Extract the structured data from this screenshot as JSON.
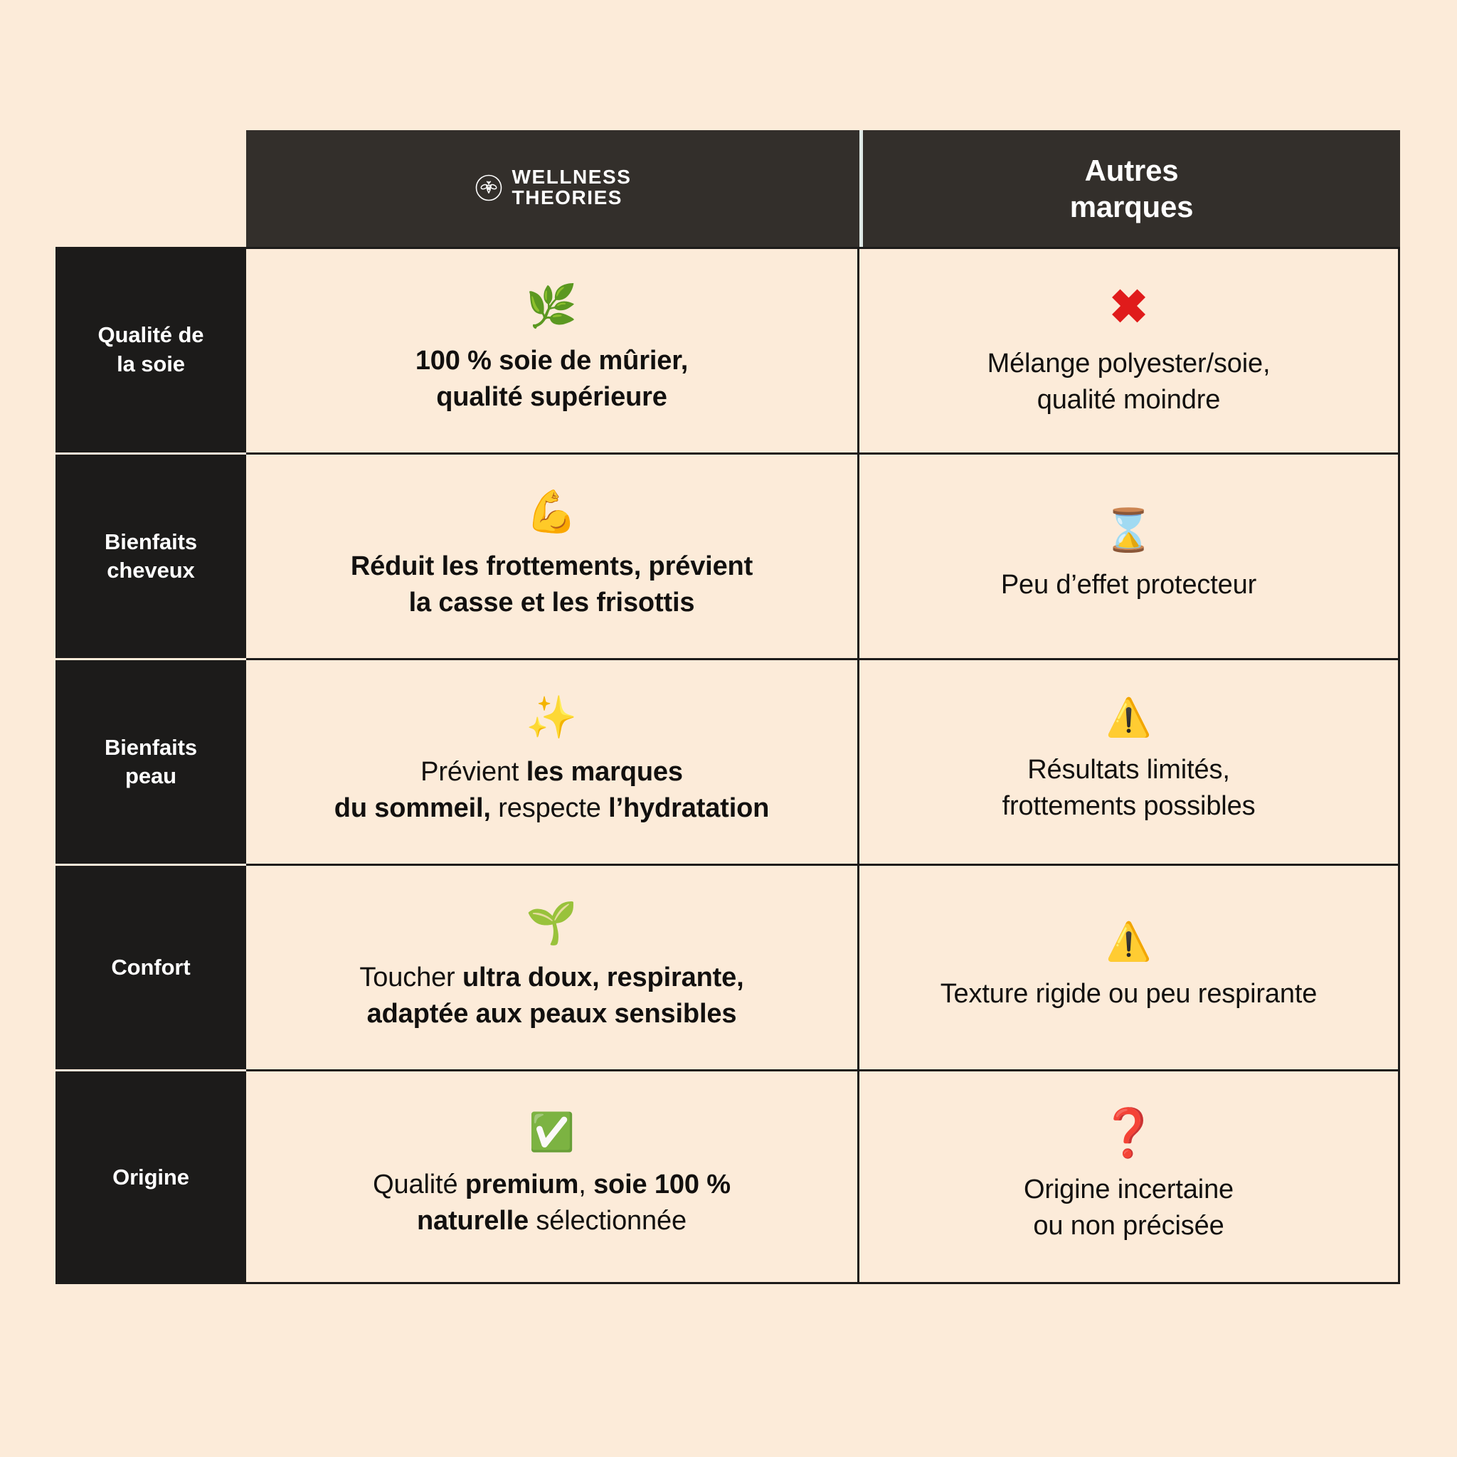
{
  "background_color": "#fcebd9",
  "header": {
    "brand": {
      "logo_icon": "bee-circle-icon",
      "line1": "WELLNESS",
      "line2": "THEORIES"
    },
    "other": {
      "line1": "Autres",
      "line2": "marques"
    }
  },
  "columns": [
    "",
    "WELLNESS THEORIES",
    "Autres marques"
  ],
  "rows": [
    {
      "label": "Qualité de\nla soie",
      "label_line1": "Qualité de",
      "label_line2": "la soie",
      "ours": {
        "icon": "herb-emoji",
        "icon_glyph": "🌿",
        "text_html": "100 % soie de mûrier,<br>qualité supérieure",
        "text_plain": "100 % soie de mûrier, qualité supérieure",
        "bold": true
      },
      "theirs": {
        "icon": "red-cross-mark-icon",
        "icon_glyph": "✖",
        "icon_color": "#e01b1b",
        "text_html": "Mélange polyester/soie,<br>qualité moindre",
        "text_plain": "Mélange polyester/soie, qualité moindre",
        "bold": false
      }
    },
    {
      "label_line1": "Bienfaits",
      "label_line2": "cheveux",
      "ours": {
        "icon": "flexed-biceps-emoji",
        "icon_glyph": "💪",
        "text_html": "Réduit les frottements, prévient<br>la casse et les frisottis",
        "text_plain": "Réduit les frottements, prévient la casse et les frisottis",
        "bold": true
      },
      "theirs": {
        "icon": "hourglass-emoji",
        "icon_glyph": "⌛",
        "text_html": "Peu d’effet protecteur",
        "text_plain": "Peu d’effet protecteur",
        "bold": false
      }
    },
    {
      "label_line1": "Bienfaits",
      "label_line2": "peau",
      "ours": {
        "icon": "sparkles-emoji",
        "icon_glyph": "✨",
        "text_html": "Prévient <span class=\"b\">les marques</span><br><span class=\"b\">du sommeil,</span> respecte <span class=\"b\">l’hydratation</span>",
        "text_plain": "Prévient les marques du sommeil, respecte l’hydratation",
        "bold": false
      },
      "theirs": {
        "icon": "warning-triangle-emoji",
        "icon_glyph": "⚠️",
        "text_html": "Résultats limités,<br>frottements possibles",
        "text_plain": "Résultats limités, frottements possibles",
        "bold": false
      }
    },
    {
      "label_line1": "Confort",
      "label_line2": "",
      "ours": {
        "icon": "seedling-emoji",
        "icon_glyph": "🌱",
        "text_html": "Toucher <span class=\"b\">ultra doux, respirante,</span><br><span class=\"b\">adaptée aux peaux sensibles</span>",
        "text_plain": "Toucher ultra doux, respirante, adaptée aux peaux sensibles",
        "bold": false
      },
      "theirs": {
        "icon": "warning-triangle-emoji",
        "icon_glyph": "⚠️",
        "text_html": "Texture rigide ou peu respirante",
        "text_plain": "Texture rigide ou peu respirante",
        "bold": false
      }
    },
    {
      "label_line1": "Origine",
      "label_line2": "",
      "ours": {
        "icon": "green-check-mark-emoji",
        "icon_glyph": "✅",
        "text_html": "Qualité <span class=\"b\">premium</span>, <span class=\"b\">soie 100 %</span><br><span class=\"b\">naturelle</span> sélectionnée",
        "text_plain": "Qualité premium, soie 100 % naturelle sélectionnée",
        "bold": false
      },
      "theirs": {
        "icon": "red-question-mark-icon",
        "icon_glyph": "❓",
        "icon_color": "#cf1616",
        "text_html": "Origine incertaine<br>ou non précisée",
        "text_plain": "Origine incertaine ou non précisée",
        "bold": false
      }
    }
  ]
}
